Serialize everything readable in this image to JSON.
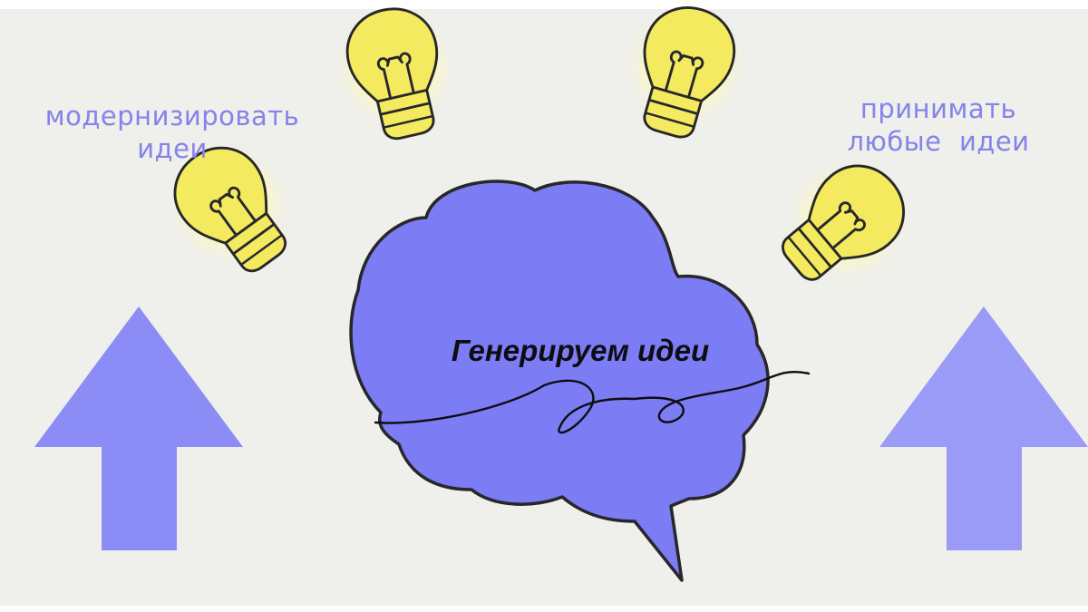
{
  "labels": {
    "left_line1": "модернизировать",
    "left_line2": "идеи",
    "right_line1": "принимать",
    "right_line2": "любые  идеи",
    "center": "Генерируем идеи"
  },
  "icons": [
    "light-bulb-icon",
    "light-bulb-icon",
    "light-bulb-icon",
    "light-bulb-icon",
    "up-arrow-icon",
    "up-arrow-icon",
    "thought-cloud-icon"
  ],
  "colors": {
    "background": "#efefeb",
    "cloud": "#7c7cf4",
    "arrow_left": "#8c8cf6",
    "arrow_right": "#9a9af7",
    "bulb": "#f3ea5f",
    "bulb_glow": "#fbf7c2",
    "outline": "#27272a",
    "label": "#8583ea"
  }
}
